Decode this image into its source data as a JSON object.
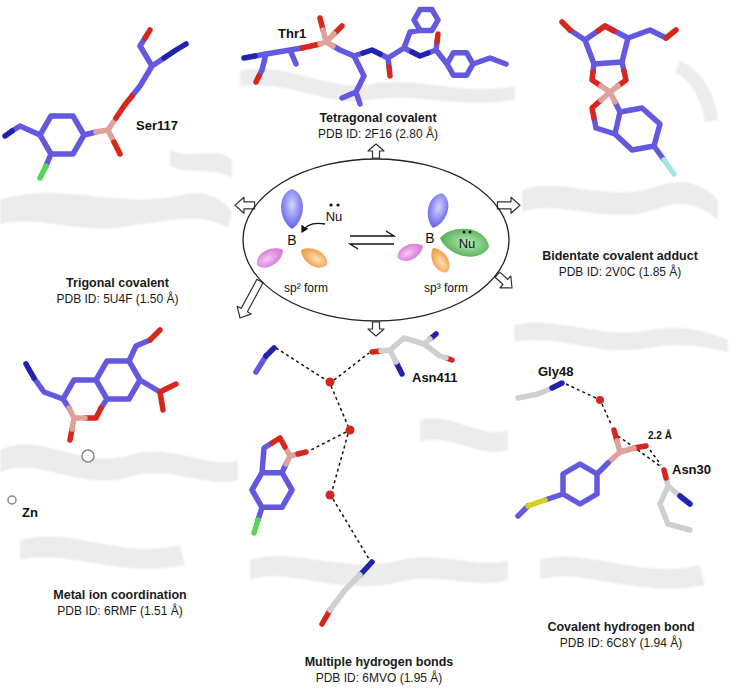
{
  "diagram": {
    "nodes": [
      {
        "text": [
          "Thr1",
          "Tetragonal covalent",
          "PDB ID: 2F16 (2.80 Å)"
        ]
      },
      {
        "text": [
          "Ser117",
          "Trigonal covalent",
          "PDB ID: 5U4F (1.50 Å)"
        ]
      },
      {
        "text": [
          "B",
          "Nu",
          "sp² form",
          "B",
          "Nu",
          "sp³ form"
        ]
      },
      {
        "text": [
          "Bidentate covalent adduct",
          "PDB ID: 2V0C (1.85 Å)"
        ]
      },
      {
        "text": [
          "Zn",
          "Metal ion coordination",
          "PDB ID: 6RMF (1.51 Å)"
        ]
      },
      {
        "text": [
          "Gly48",
          "2.2 Å",
          "Asn30",
          "Covalent hydrogen bond",
          "PDB ID: 6C8Y (1.94 Å)"
        ]
      },
      {
        "text": [
          "Asn411",
          "Multiple hydrogen bonds",
          "PDB ID: 6MVO (1.95 Å)"
        ]
      }
    ],
    "edges": [
      {
        "from": 2,
        "to": 0,
        "arrow": "to"
      },
      {
        "from": 2,
        "to": 1,
        "arrow": "to"
      },
      {
        "from": 2,
        "to": 3,
        "arrow": "to"
      },
      {
        "from": 2,
        "to": 4,
        "arrow": "to"
      },
      {
        "from": 2,
        "to": 5,
        "arrow": "to"
      },
      {
        "from": 2,
        "to": 6,
        "arrow": "to"
      }
    ]
  }
}
